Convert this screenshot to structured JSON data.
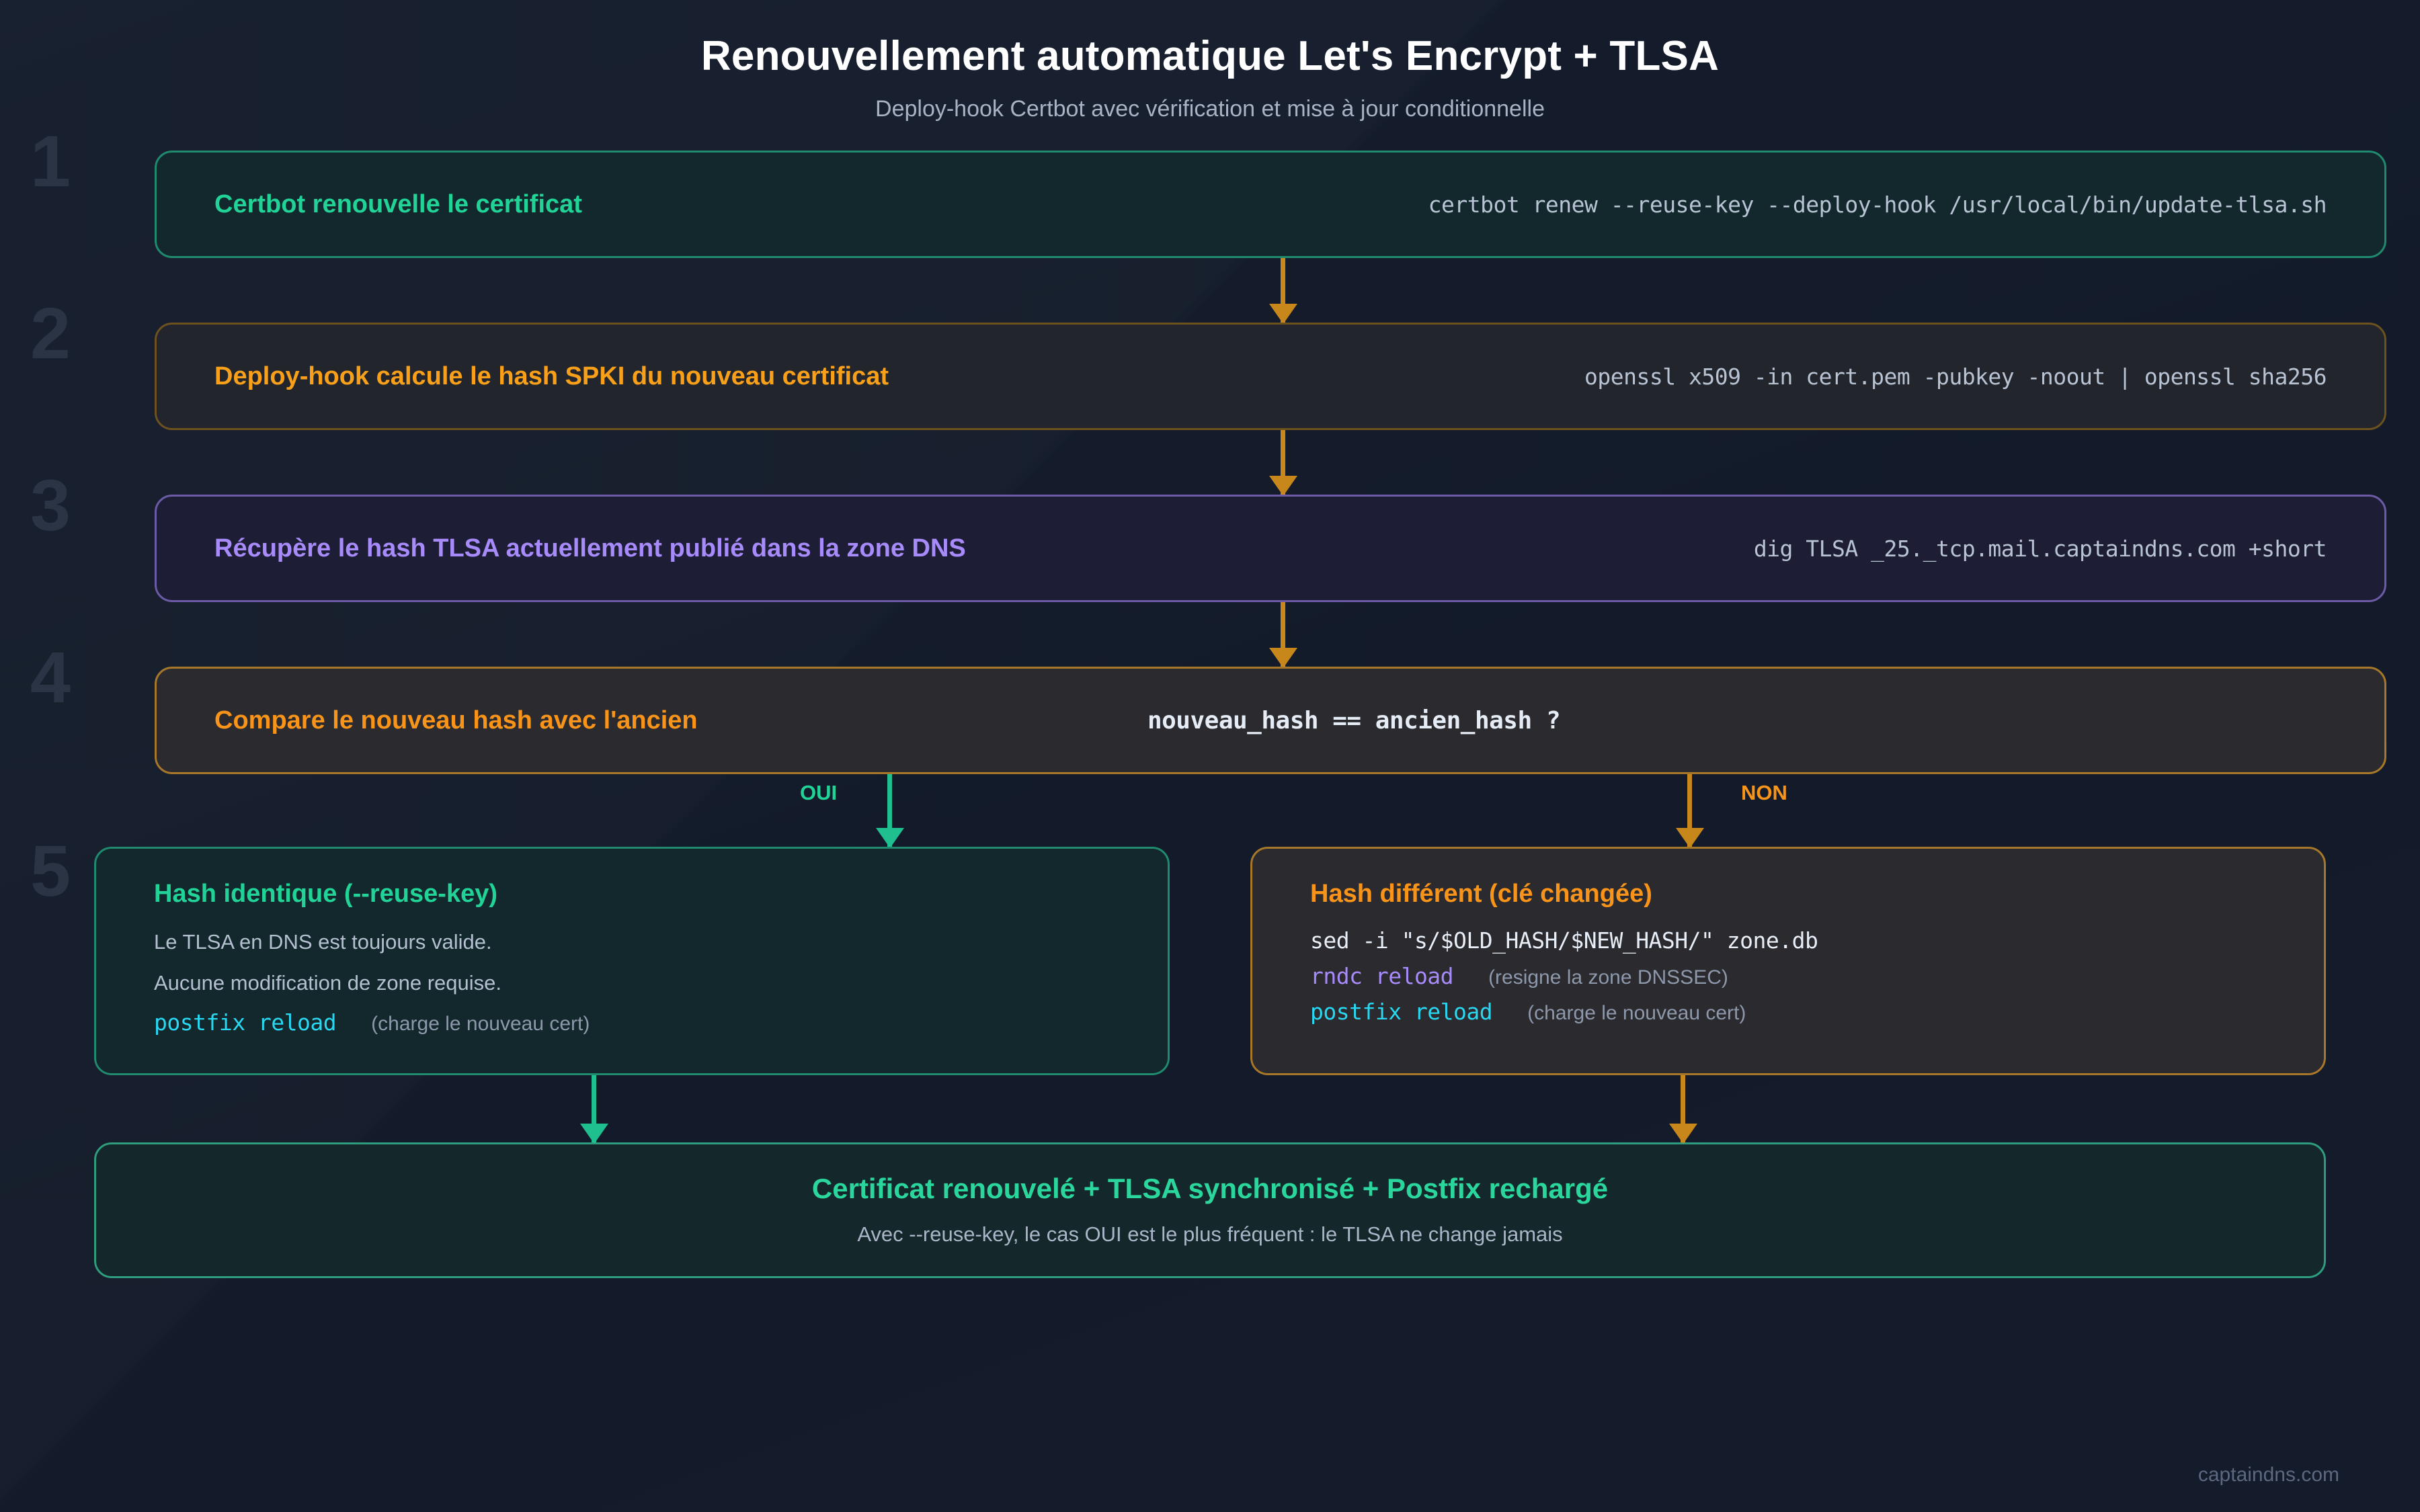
{
  "header": {
    "title": "Renouvellement automatique Let's Encrypt + TLSA",
    "subtitle": "Deploy-hook Certbot avec vérification et mise à jour conditionnelle"
  },
  "steps": [
    {
      "number": "1",
      "label": "Certbot renouvelle le certificat",
      "command": "certbot renew --reuse-key --deploy-hook /usr/local/bin/update-tlsa.sh"
    },
    {
      "number": "2",
      "label": "Deploy-hook calcule le hash SPKI du nouveau certificat",
      "command": "openssl x509 -in cert.pem -pubkey -noout | openssl sha256"
    },
    {
      "number": "3",
      "label": "Récupère le hash TLSA actuellement publié dans la zone DNS",
      "command": "dig TLSA _25._tcp.mail.captaindns.com +short"
    },
    {
      "number": "4",
      "label": "Compare le nouveau hash avec l'ancien",
      "command": "nouveau_hash == ancien_hash ?"
    }
  ],
  "branch": {
    "number": "5",
    "yes_label": "OUI",
    "no_label": "NON",
    "yes": {
      "title": "Hash identique (--reuse-key)",
      "line1": "Le TLSA en DNS est toujours valide.",
      "line2": "Aucune modification de zone requise.",
      "commands": [
        {
          "text": "postfix reload",
          "note": "(charge le nouveau cert)"
        }
      ]
    },
    "no": {
      "title": "Hash différent (clé changée)",
      "commands": [
        {
          "text": "sed -i \"s/$OLD_HASH/$NEW_HASH/\" zone.db",
          "note": ""
        },
        {
          "text": "rndc reload",
          "note": "(resigne la zone DNSSEC)"
        },
        {
          "text": "postfix reload",
          "note": "(charge le nouveau cert)"
        }
      ]
    }
  },
  "final": {
    "title": "Certificat renouvelé + TLSA synchronisé + Postfix rechargé",
    "subtitle": "Avec --reuse-key, le cas OUI est le plus fréquent : le TLSA ne change jamais"
  },
  "footer": {
    "watermark": "captaindns.com"
  },
  "colors": {
    "background": "#141c2b",
    "teal": "#21d397",
    "amber": "#f8941a",
    "purple": "#a88bfa",
    "cyan": "#2ad7f0",
    "arrow_amber": "#c8871a",
    "arrow_teal": "#1fbf8f",
    "step_number": "#2b3445"
  }
}
